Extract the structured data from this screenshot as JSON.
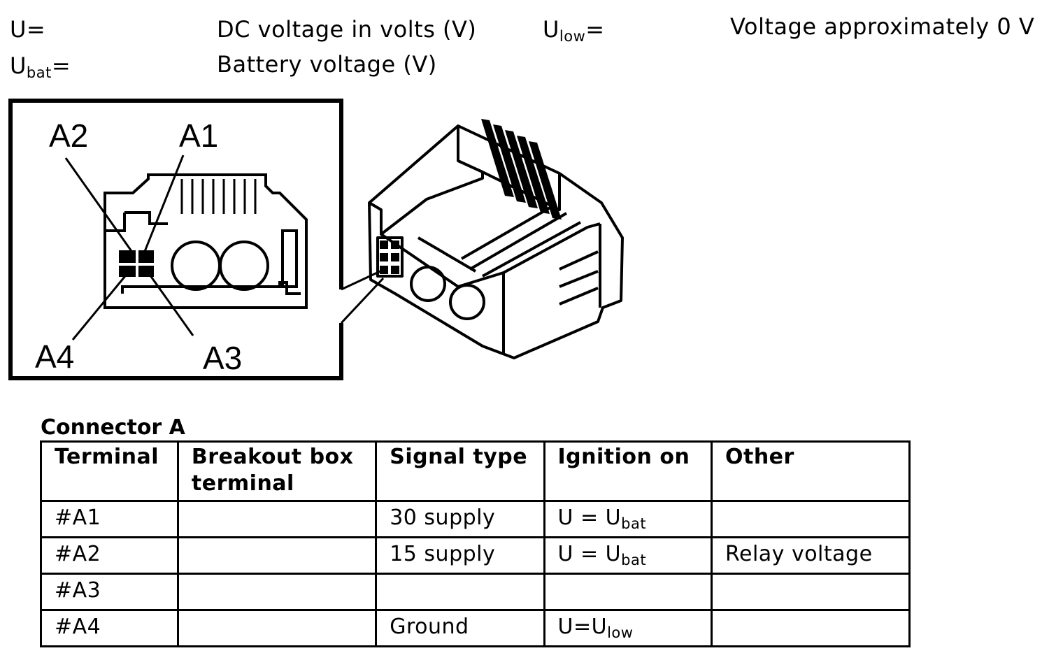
{
  "legend": {
    "u_label": "U=",
    "u_desc": "DC voltage in volts (V)",
    "ulow_base": "U",
    "ulow_sub": "low",
    "ulow_eq": "=",
    "ulow_desc": "Voltage approximately 0 V",
    "ubat_base": "U",
    "ubat_sub": "bat",
    "ubat_eq": "=",
    "ubat_desc": "Battery voltage (V)"
  },
  "diagram": {
    "pin_labels": {
      "a1": "A1",
      "a2": "A2",
      "a3": "A3",
      "a4": "A4"
    }
  },
  "connector": {
    "title": "Connector A",
    "headers": [
      "Terminal",
      "Breakout box terminal",
      "Signal type",
      "Ignition on",
      "Other"
    ],
    "rows": [
      {
        "terminal": "#A1",
        "breakout": "",
        "signal": "30 supply",
        "ign_base": "U = U",
        "ign_sub": "bat",
        "other": ""
      },
      {
        "terminal": "#A2",
        "breakout": "",
        "signal": "15 supply",
        "ign_base": "U = U",
        "ign_sub": "bat",
        "other": "Relay voltage"
      },
      {
        "terminal": "#A3",
        "breakout": "",
        "signal": "",
        "ign_base": "",
        "ign_sub": "",
        "other": ""
      },
      {
        "terminal": "#A4",
        "breakout": "",
        "signal": "Ground",
        "ign_base": "U=U",
        "ign_sub": "low",
        "other": ""
      }
    ]
  }
}
